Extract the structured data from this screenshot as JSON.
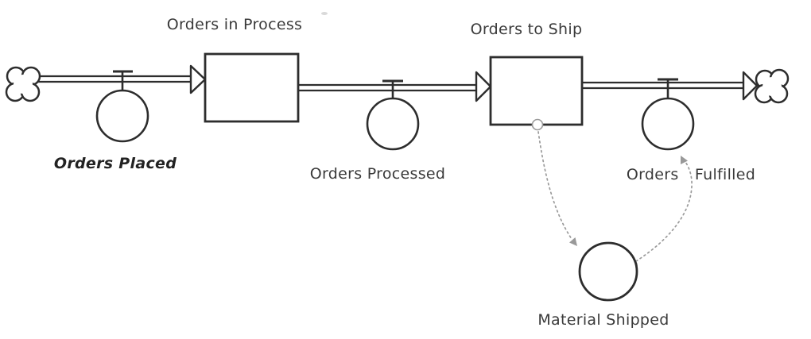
{
  "diagram": {
    "type": "stock-and-flow",
    "background_color": "#ffffff",
    "stroke_color": "#2d2d2d",
    "connector_color": "#9b9b9b",
    "stocks": [
      {
        "id": "orders-in-process",
        "label": "Orders in Process"
      },
      {
        "id": "orders-to-ship",
        "label": "Orders to Ship"
      }
    ],
    "flows": [
      {
        "id": "orders-placed",
        "label": "Orders Placed",
        "from": "source-cloud",
        "to": "orders-in-process",
        "emphasis": "bold-italic"
      },
      {
        "id": "orders-processed",
        "label": "Orders Processed",
        "from": "orders-in-process",
        "to": "orders-to-ship",
        "emphasis": "normal"
      },
      {
        "id": "orders-fulfilled",
        "label": "Orders Fulfilled",
        "from": "orders-to-ship",
        "to": "sink-cloud",
        "emphasis": "normal"
      }
    ],
    "auxiliaries": [
      {
        "id": "material-shipped",
        "label": "Material Shipped"
      }
    ],
    "connectors": [
      {
        "from": "orders-to-ship",
        "to": "material-shipped",
        "style": "dotted-curve"
      },
      {
        "from": "material-shipped",
        "to": "orders-fulfilled",
        "style": "dotted-curve"
      }
    ]
  }
}
